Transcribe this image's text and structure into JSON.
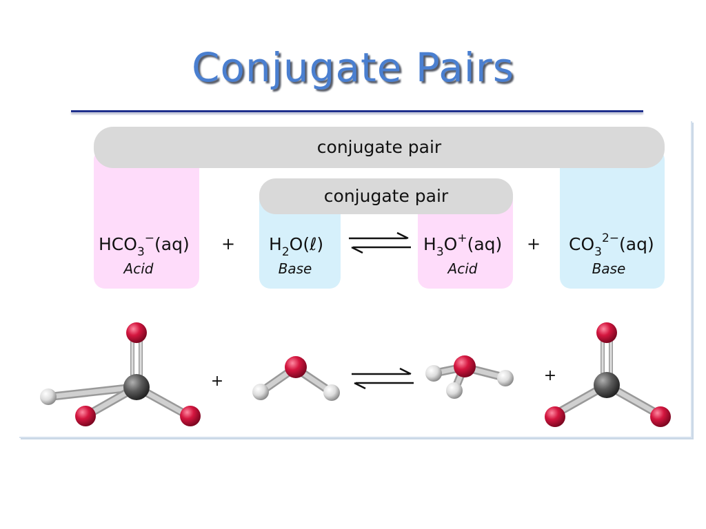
{
  "slide": {
    "title": "Conjugate Pairs"
  },
  "diagram": {
    "outer_pair_label": "conjugate pair",
    "inner_pair_label": "conjugate pair",
    "species": [
      {
        "formula_main": "HCO",
        "sub": "3",
        "sup": "−",
        "state": "(aq)",
        "role": "Acid",
        "color": "#fedcfa"
      },
      {
        "formula_main": "H",
        "sub": "2",
        "sup": "",
        "after_sub": "O",
        "state": "(ℓ)",
        "role": "Base",
        "color": "#d6f0fb"
      },
      {
        "formula_main": "H",
        "sub": "3",
        "sup": "+",
        "after_sub": "O",
        "state": "(aq)",
        "role": "Acid",
        "color": "#fedcfa"
      },
      {
        "formula_main": "CO",
        "sub": "3",
        "sup": "2−",
        "state": "(aq)",
        "role": "Base",
        "color": "#d6f0fb"
      }
    ],
    "plus_sign": "+",
    "colors": {
      "acid_band": "#fedcfa",
      "base_band": "#d6f0fb",
      "pair_bar": "#d9d9d9",
      "oxygen_atom": "#c8103a",
      "carbon_atom": "#555555",
      "hydrogen_atom": "#e8e8e8",
      "title": "#4a7fd0",
      "title_rule": "#1e2f8c"
    }
  }
}
